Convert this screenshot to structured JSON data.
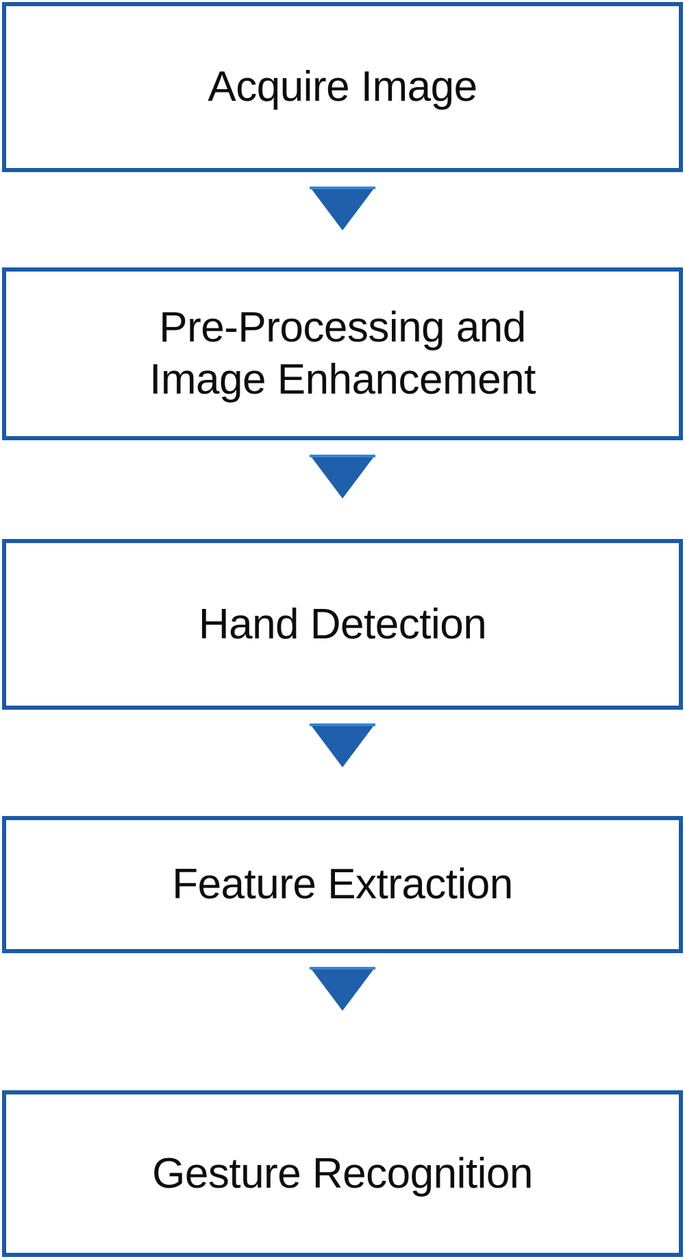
{
  "diagram": {
    "type": "flowchart",
    "orientation": "vertical-top-to-bottom",
    "colors": {
      "node_border": "#1a5aa8",
      "node_fill": "#ffffff",
      "arrow_fill": "#1f5fab",
      "text": "#0d0d0d",
      "background": "#ffffff"
    },
    "nodes": [
      {
        "id": "acquire-image",
        "label": "Acquire Image",
        "lines": 1
      },
      {
        "id": "pre-processing-and-image-enhancement",
        "label": "Pre-Processing and\nImage Enhancement",
        "lines": 2
      },
      {
        "id": "hand-detection",
        "label": "Hand Detection",
        "lines": 1
      },
      {
        "id": "feature-extraction",
        "label": "Feature Extraction",
        "lines": 1
      },
      {
        "id": "gesture-recognition",
        "label": "Gesture Recognition",
        "lines": 1
      }
    ],
    "connectors": [
      {
        "id": "arrow-1",
        "from": "acquire-image",
        "to": "pre-processing-and-image-enhancement",
        "shape": "down-triangle"
      },
      {
        "id": "arrow-2",
        "from": "pre-processing-and-image-enhancement",
        "to": "hand-detection",
        "shape": "down-triangle"
      },
      {
        "id": "arrow-3",
        "from": "hand-detection",
        "to": "feature-extraction",
        "shape": "down-triangle"
      },
      {
        "id": "arrow-4",
        "from": "feature-extraction",
        "to": "gesture-recognition",
        "shape": "down-triangle"
      }
    ]
  }
}
